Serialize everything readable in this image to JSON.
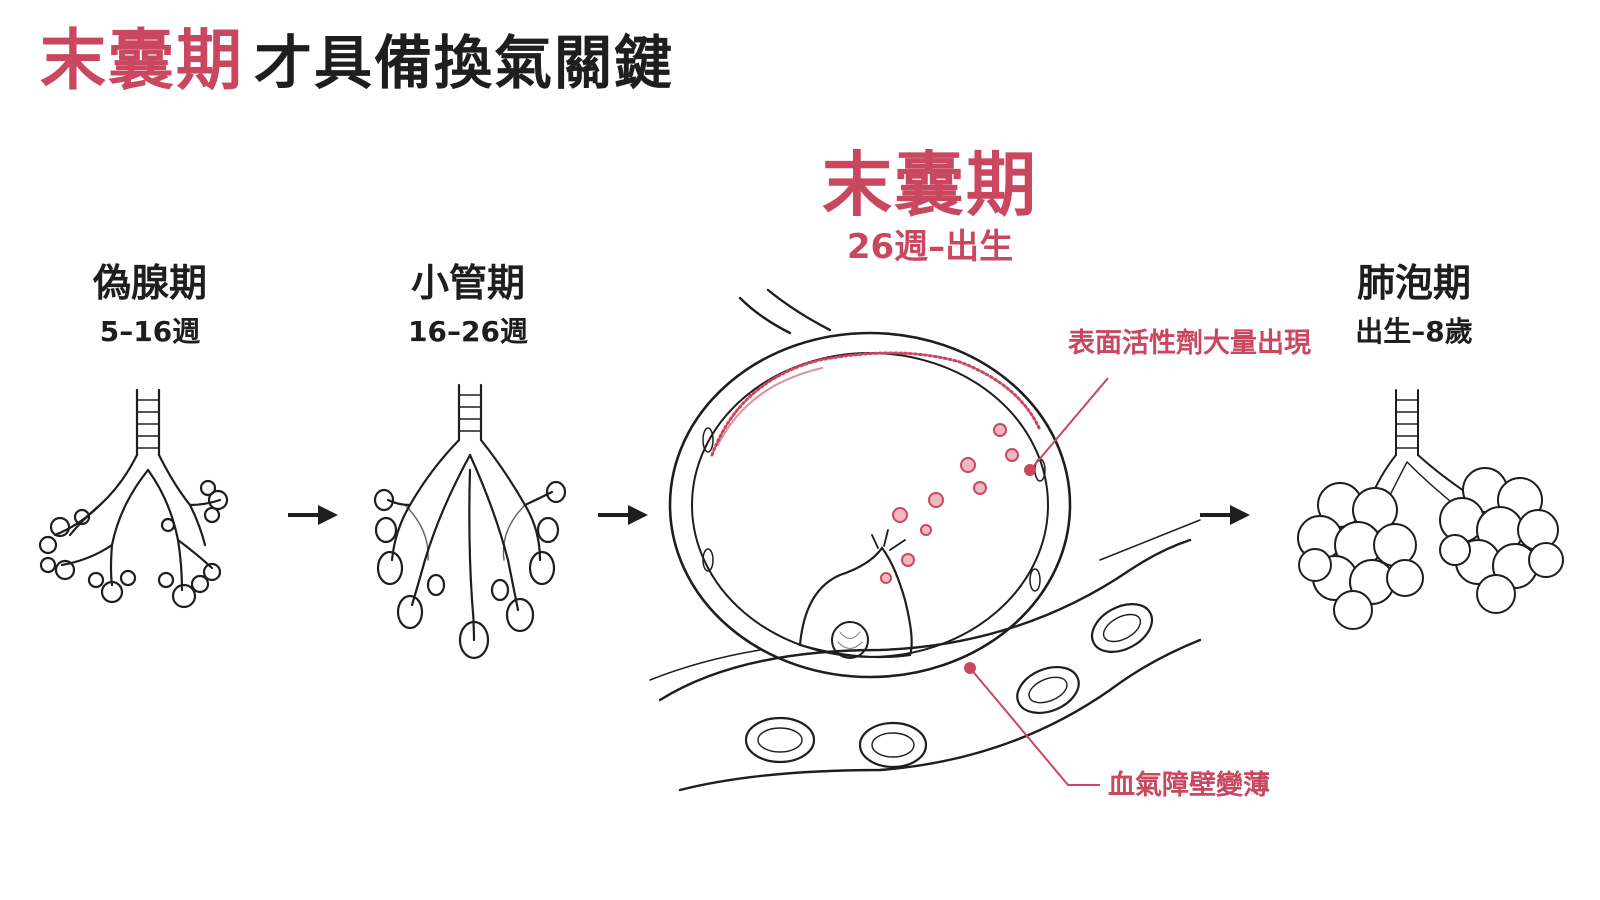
{
  "headline": {
    "highlight": "末囊期",
    "rest": "才具備換氣關鍵"
  },
  "stages": [
    {
      "name": "偽腺期",
      "range": "5–16週"
    },
    {
      "name": "小管期",
      "range": "16–26週"
    },
    {
      "name": "末囊期",
      "range": "26週–出生"
    },
    {
      "name": "肺泡期",
      "range": "出生–8歲"
    }
  ],
  "callouts": {
    "surfactant": "表面活性劑大量出現",
    "barrier": "血氣障壁變薄"
  },
  "colors": {
    "accent": "#c9485f",
    "ink": "#1e1e1e",
    "background": "#ffffff"
  },
  "icons": [
    "arrow-right-icon",
    "arrow-right-icon",
    "arrow-right-icon"
  ]
}
